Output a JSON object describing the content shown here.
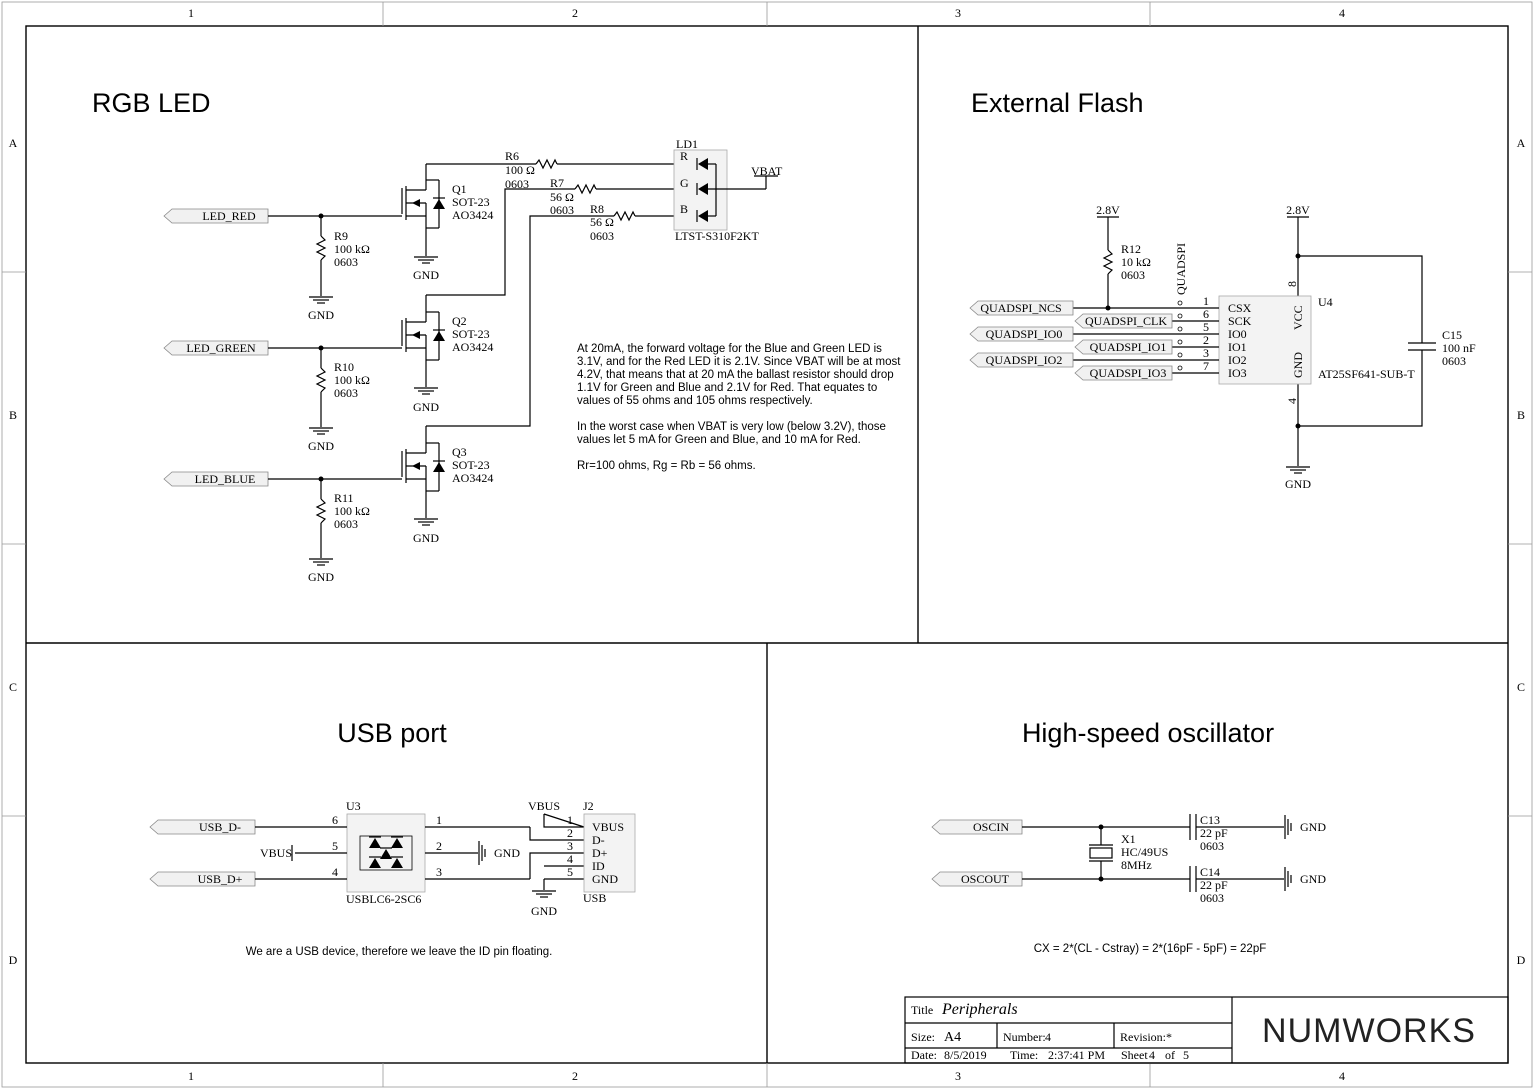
{
  "sheet": {
    "col_labels": [
      "1",
      "2",
      "3",
      "4"
    ],
    "row_labels": [
      "A",
      "B",
      "C",
      "D"
    ]
  },
  "sections": {
    "rgb_led": "RGB LED",
    "external_flash": "External Flash",
    "usb_port": "USB port",
    "hs_osc": "High-speed oscillator"
  },
  "rgb": {
    "ports": [
      "LED_RED",
      "LED_GREEN",
      "LED_BLUE"
    ],
    "transistors": [
      {
        "ref": "Q1",
        "pkg": "SOT-23",
        "part": "AO3424"
      },
      {
        "ref": "Q2",
        "pkg": "SOT-23",
        "part": "AO3424"
      },
      {
        "ref": "Q3",
        "pkg": "SOT-23",
        "part": "AO3424"
      }
    ],
    "pulldowns": [
      {
        "ref": "R9",
        "value": "100 kΩ",
        "pkg": "0603"
      },
      {
        "ref": "R10",
        "value": "100 kΩ",
        "pkg": "0603"
      },
      {
        "ref": "R11",
        "value": "100 kΩ",
        "pkg": "0603"
      }
    ],
    "ballast": [
      {
        "ref": "R6",
        "value": "100 Ω",
        "pkg": "0603"
      },
      {
        "ref": "R7",
        "value": "56 Ω",
        "pkg": "0603"
      },
      {
        "ref": "R8",
        "value": "56 Ω",
        "pkg": "0603"
      }
    ],
    "led": {
      "ref": "LD1",
      "part": "LTST-S310F2KT",
      "pins": [
        "R",
        "G",
        "B"
      ]
    },
    "vbat": "VBAT",
    "gnd": "GND",
    "note_lines": [
      "At 20mA, the forward voltage for the Blue and Green LED is",
      "3.1V, and for the Red LED it is 2.1V. Since VBAT will be at most",
      "4.2V, that means that at 20 mA the ballast resistor should drop",
      "1.1V for Green and Blue and 2.1V for Red. That equates to",
      "values of 55 ohms and 105 ohms respectively.",
      "In the worst case when VBAT is very low (below 3.2V), those",
      "values let 5 mA for Green and Blue, and 10 mA for Red.",
      "Rr=100 ohms, Rg = Rb = 56 ohms."
    ]
  },
  "flash": {
    "supply": "2.8V",
    "pullup": {
      "ref": "R12",
      "value": "10 kΩ",
      "pkg": "0603"
    },
    "bus_label": "QUADSPI",
    "ports": [
      "QUADSPI_NCS",
      "QUADSPI_CLK",
      "QUADSPI_IO0",
      "QUADSPI_IO1",
      "QUADSPI_IO2",
      "QUADSPI_IO3"
    ],
    "pin_nums": [
      "1",
      "6",
      "5",
      "2",
      "3",
      "7"
    ],
    "pin_names": [
      "CSX",
      "SCK",
      "IO0",
      "IO1",
      "IO2",
      "IO3"
    ],
    "chip": {
      "ref": "U4",
      "part": "AT25SF641-SUB-T",
      "vcc": "VCC",
      "gnd": "GND",
      "vcc_pin": "8",
      "gnd_pin": "4"
    },
    "cap": {
      "ref": "C15",
      "value": "100 nF",
      "pkg": "0603"
    },
    "gnd": "GND"
  },
  "usb": {
    "ports": [
      "USB_D-",
      "USB_D+"
    ],
    "esd": {
      "ref": "U3",
      "part": "USBLC6-2SC6",
      "pins": [
        "6",
        "5",
        "4",
        "1",
        "2",
        "3"
      ]
    },
    "vbus": "VBUS",
    "gnd": "GND",
    "conn": {
      "ref": "J2",
      "part": "USB",
      "pins": [
        "1",
        "2",
        "3",
        "4",
        "5"
      ],
      "names": [
        "VBUS",
        "D-",
        "D+",
        "ID",
        "GND"
      ]
    },
    "note": "We are a USB device, therefore we leave the ID pin floating."
  },
  "osc": {
    "ports": [
      "OSCIN",
      "OSCOUT"
    ],
    "crystal": {
      "ref": "X1",
      "pkg": "HC/49US",
      "freq": "8MHz"
    },
    "caps": [
      {
        "ref": "C13",
        "value": "22 pF",
        "pkg": "0603"
      },
      {
        "ref": "C14",
        "value": "22 pF",
        "pkg": "0603"
      }
    ],
    "gnd": "GND",
    "formula": "CX = 2*(CL - Cstray) = 2*(16pF - 5pF) = 22pF"
  },
  "title_block": {
    "title_label": "Title",
    "title": "Peripherals",
    "size_label": "Size:",
    "size": "A4",
    "number_label": "Number:",
    "number": "4",
    "revision_label": "Revision:",
    "revision": "*",
    "date_label": "Date:",
    "date": "8/5/2019",
    "time_label": "Time:",
    "time": "2:37:41 PM",
    "sheet_label": "Sheet",
    "sheet": "4",
    "of_label": "of",
    "total": "5",
    "logo": "NUMWORKS"
  }
}
